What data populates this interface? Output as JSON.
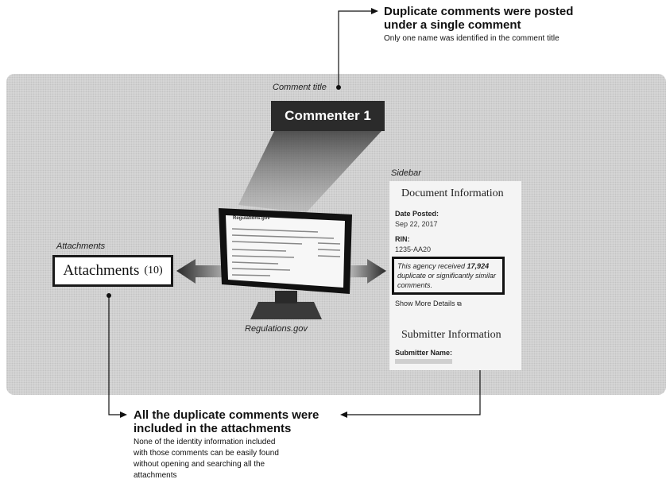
{
  "top_callout": {
    "title_line1": "Duplicate comments were posted",
    "title_line2": "under a single comment",
    "subtitle": "Only one name was identified in the comment title"
  },
  "comment_title_label": "Comment title",
  "commenter_box_text": "Commenter 1",
  "monitor": {
    "caption": "Regulations.gov",
    "screen_header": "Regulations.gov"
  },
  "attachments": {
    "label": "Attachments",
    "box_text": "Attachments",
    "count": "(10)"
  },
  "sidebar": {
    "label": "Sidebar",
    "doc_info_heading": "Document Information",
    "date_posted_label": "Date Posted:",
    "date_posted_value": "Sep 22, 2017",
    "rin_label": "RIN:",
    "rin_value": "1235-AA20",
    "notice_prefix": "This agency received ",
    "notice_count": "17,924",
    "notice_suffix": " duplicate or significantly similar comments.",
    "show_more": "Show More Details",
    "submitter_heading": "Submitter Information",
    "submitter_name_label": "Submitter Name:"
  },
  "bottom_callout": {
    "title_line1": "All the duplicate comments were",
    "title_line2": "included in the attachments",
    "body_line1": "None of the identity information included",
    "body_line2": "with those comments can be easily found",
    "body_line3": "without opening and searching all the",
    "body_line4": "attachments"
  }
}
